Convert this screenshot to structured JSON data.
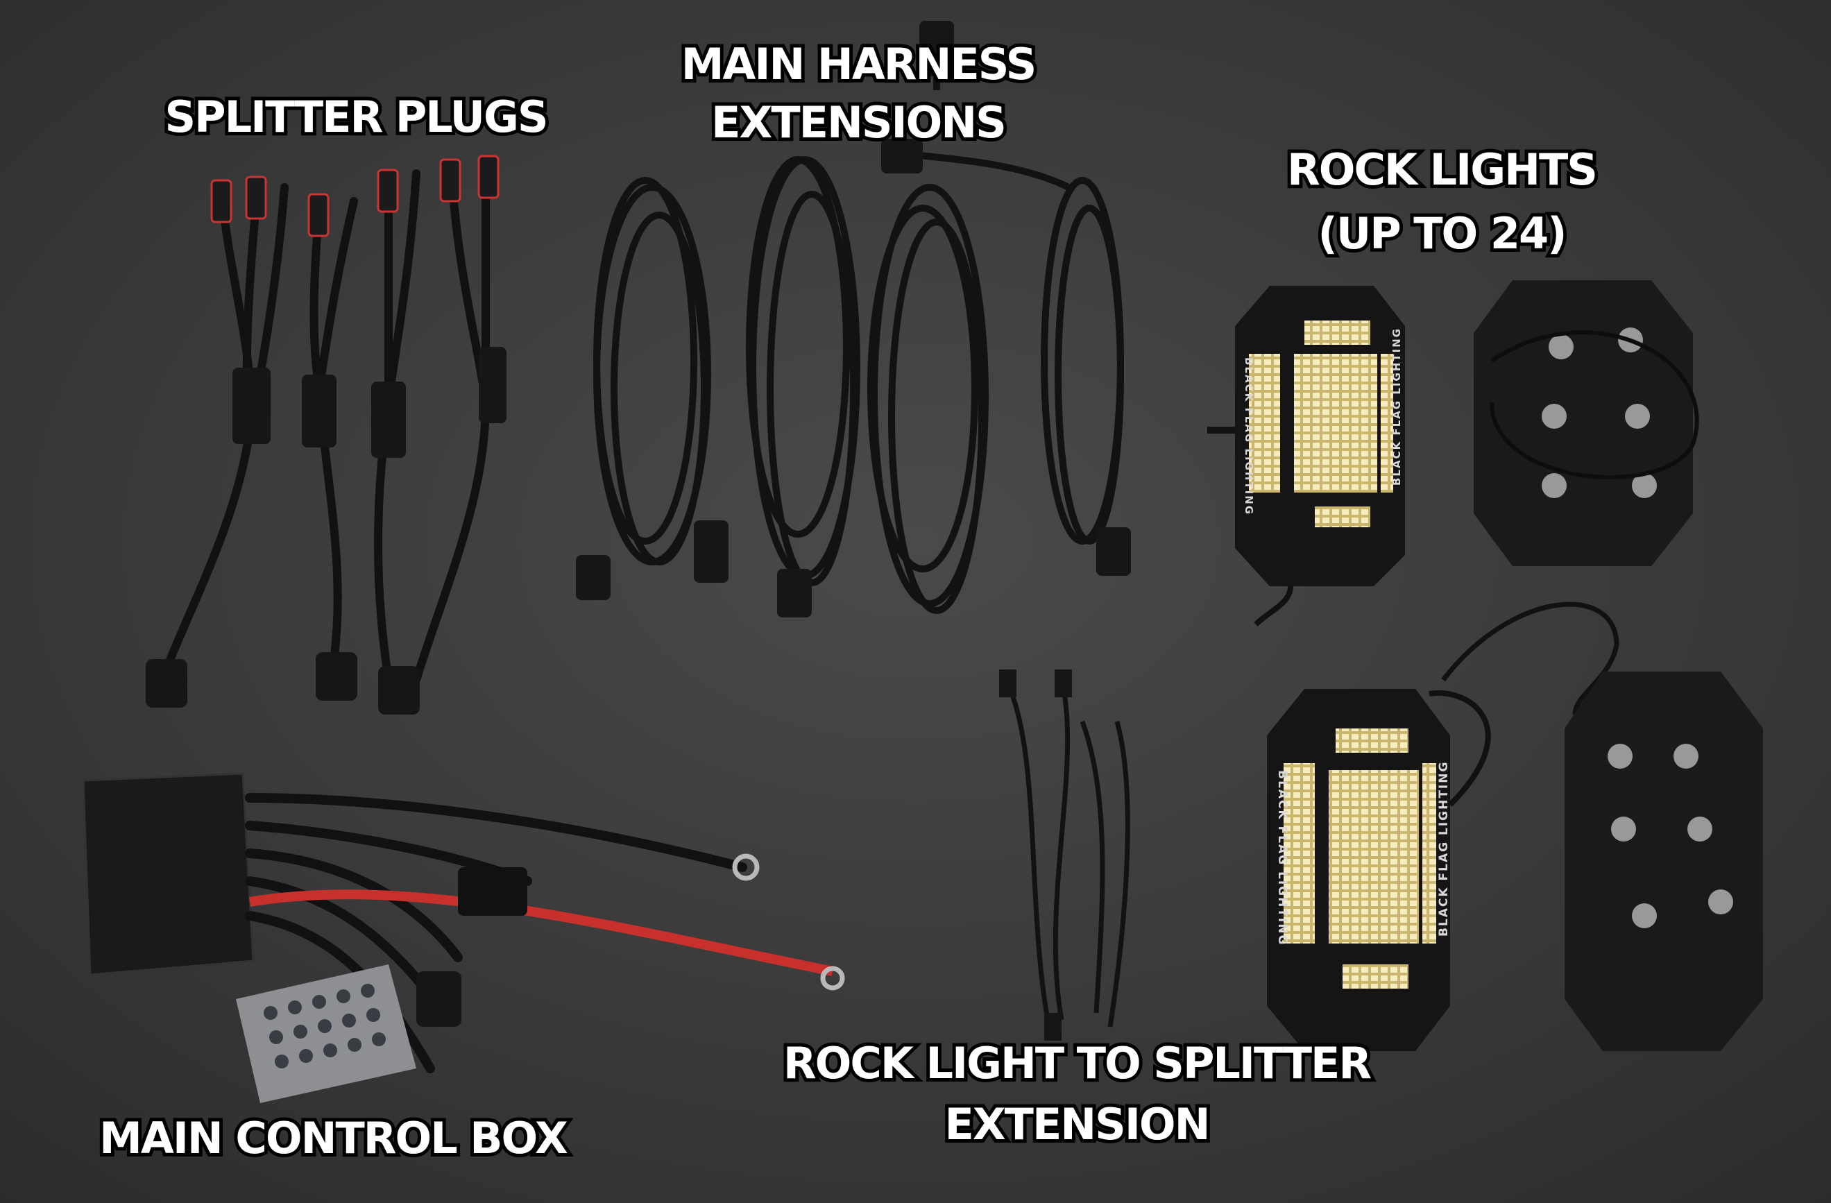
{
  "labels": {
    "splitter_plugs": "SPLITTER PLUGS",
    "main_harness_line1": "MAIN HARNESS",
    "main_harness_line2": "EXTENSIONS",
    "rock_lights_line1": "ROCK LIGHTS",
    "rock_lights_line2": "(UP TO 24)",
    "rock_light_ext_line1": "ROCK LIGHT TO SPLITTER",
    "rock_light_ext_line2": "EXTENSION",
    "main_control_box": "MAIN CONTROL BOX"
  },
  "product_branding": "BLACK FLAG LIGHTING",
  "colors": {
    "background": "#3a3a3a",
    "cable": "#111111",
    "led": "#f3e3a6",
    "power_wire": "#c8312b"
  }
}
